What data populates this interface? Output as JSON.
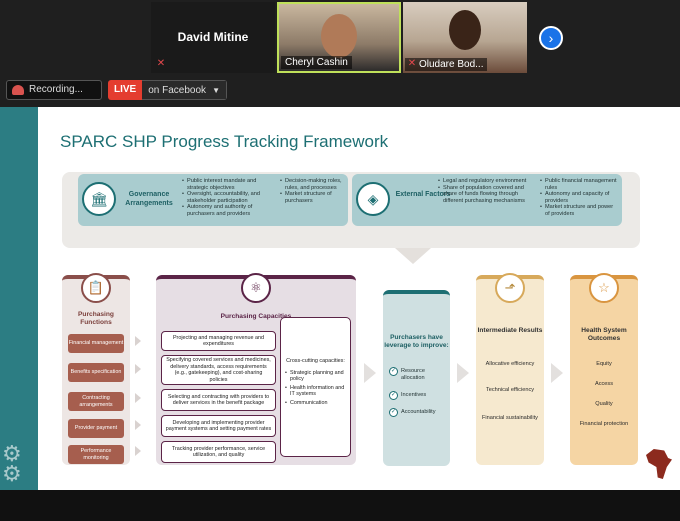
{
  "participants": [
    {
      "name": "David Mitine",
      "video": false,
      "muted": true
    },
    {
      "name": "Cheryl Cashin",
      "video": true,
      "muted": false,
      "active_speaker": true
    },
    {
      "name": "Oludare Bod...",
      "video": true,
      "muted": true
    }
  ],
  "controls": {
    "recording_label": "Recording...",
    "live_badge": "LIVE",
    "live_target": "on Facebook",
    "next_icon": "›"
  },
  "slide": {
    "title": "SPARC SHP Progress Tracking Framework",
    "governance": {
      "label": "Governance Arrangements",
      "items_left": [
        "Public interest mandate and strategic objectives",
        "Oversight, accountability, and stakeholder participation",
        "Autonomy and authority of purchasers and providers"
      ],
      "items_right": [
        "Decision-making roles, rules, and processes",
        "Market structure of purchasers"
      ]
    },
    "external": {
      "label": "External Factors",
      "items_left": [
        "Legal and regulatory environment",
        "Share of population covered and share of funds flowing through different purchasing mechanisms"
      ],
      "items_right": [
        "Public financial management rules",
        "Autonomy and capacity of providers",
        "Market structure and power of providers"
      ]
    },
    "purchasing_functions": {
      "title": "Purchasing Functions",
      "items": [
        "Financial management",
        "Benefits specification",
        "Contracting arrangements",
        "Provider payment",
        "Performance monitoring"
      ]
    },
    "purchasing_capacities": {
      "title": "Purchasing Capacities",
      "items": [
        "Projecting and managing revenue and expenditures",
        "Specifying covered services and medicines, delivery standards, access requirements (e.g., gatekeeping), and cost-sharing policies",
        "Selecting and contracting with providers to deliver services in the benefit package",
        "Developing and implementing provider payment systems and setting payment rates",
        "Tracking provider performance, service utilization, and quality"
      ],
      "cross_cutting_title": "Cross-cutting capacities:",
      "cross_cutting": [
        "Strategic planning and policy",
        "Health information and IT systems",
        "Communication"
      ]
    },
    "leverage": {
      "title": "Purchasers have leverage to improve:",
      "items": [
        "Resource allocation",
        "Incentives",
        "Accountability"
      ]
    },
    "intermediate": {
      "title": "Intermediate Results",
      "items": [
        "Allocative efficiency",
        "Technical efficiency",
        "Financial sustainability"
      ]
    },
    "health": {
      "title": "Health System Outcomes",
      "items": [
        "Equity",
        "Access",
        "Quality",
        "Financial protection"
      ]
    }
  }
}
